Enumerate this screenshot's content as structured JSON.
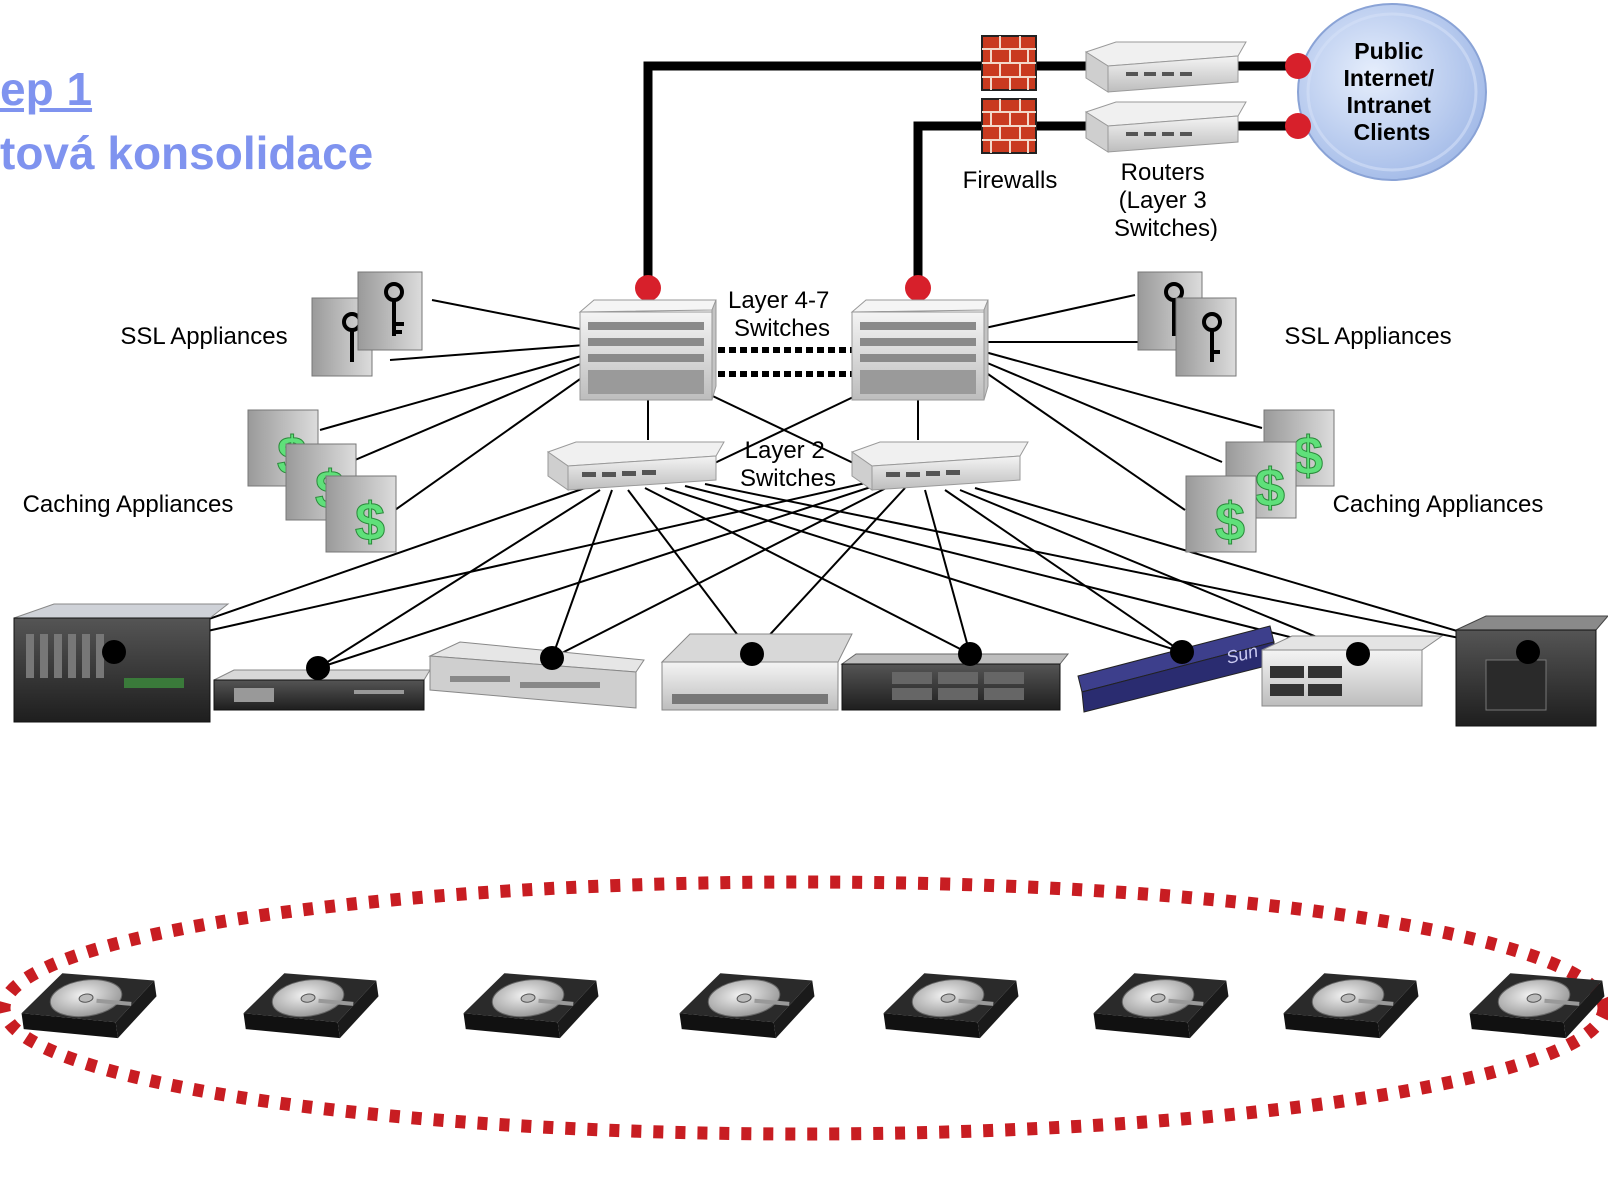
{
  "title": {
    "step": "ep 1",
    "subtitle": "tová konsolidace"
  },
  "labels": {
    "ssl_left": "SSL Appliances",
    "ssl_right": "SSL Appliances",
    "caching_left": "Caching Appliances",
    "caching_right": "Caching Appliances",
    "layer47": [
      "Layer 4-7",
      "Switches"
    ],
    "layer2": [
      "Layer 2",
      "Switches"
    ],
    "firewalls": "Firewalls",
    "routers": [
      "Routers",
      "(Layer 3",
      "Switches)"
    ],
    "public": [
      "Public",
      "Internet/",
      "Intranet",
      "Clients"
    ]
  },
  "icons": {
    "ssl_appliance": "key-icon",
    "caching_appliance": "dollar-icon",
    "storage": "hard-drive-icon"
  },
  "colors": {
    "title": "#7f93ef",
    "connector_dot": "#d7202b",
    "storage_pool_outline": "#c81d22",
    "cloud_fill": "#b9cdf0",
    "dollar_sign": "#5fe07a"
  },
  "counts": {
    "servers": 8,
    "storage_drives": 8
  }
}
